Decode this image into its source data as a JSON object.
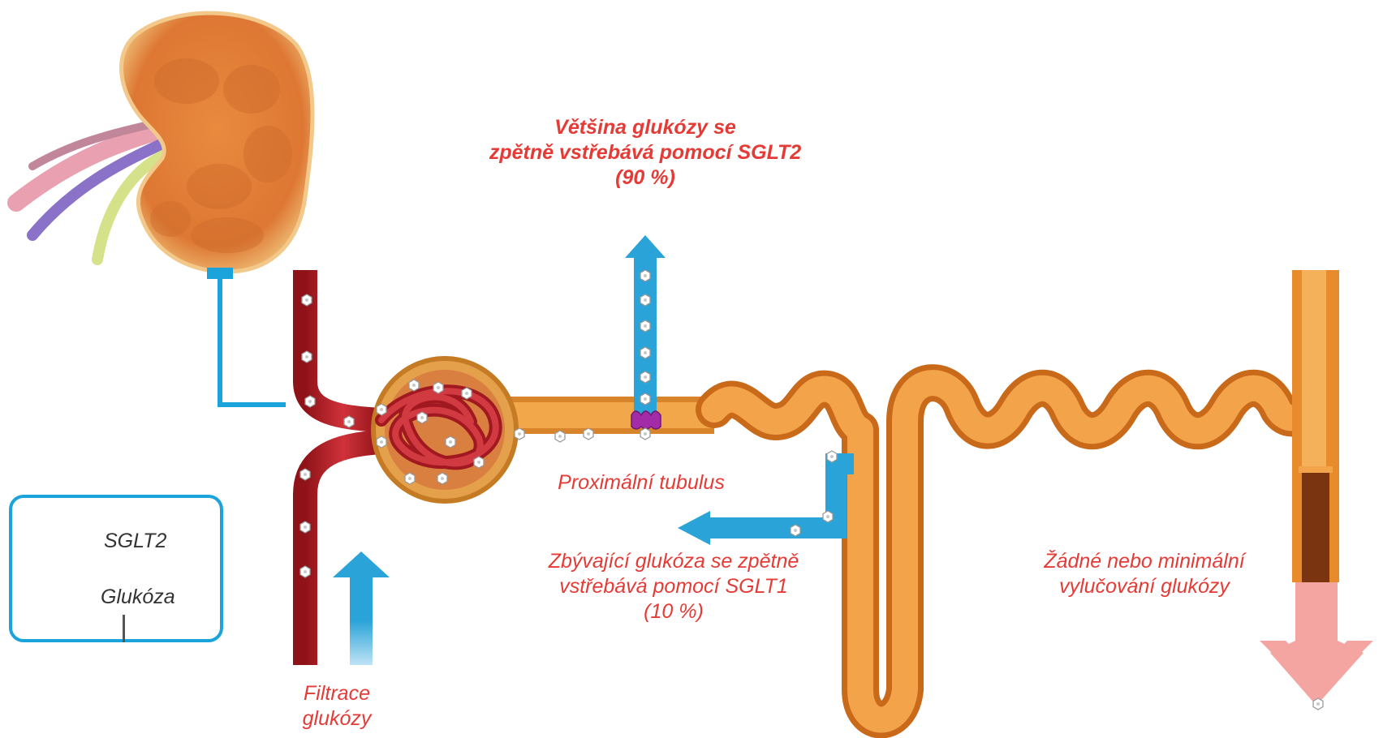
{
  "labels": {
    "sglt2_reabsorption": [
      "Většina glukózy se",
      "zpětně vstřebává pomocí SGLT2",
      "(90 %)"
    ],
    "proximal_tubule": "Proximální tubulus",
    "sglt1_reabsorption": [
      "Zbývající glukóza se zpětně",
      "vstřebává pomocí SGLT1",
      "(10 %)"
    ],
    "excretion": [
      "Žádné nebo minimální",
      "vylučování glukózy"
    ],
    "filtration": [
      "Filtrace",
      "glukózy"
    ]
  },
  "legend": {
    "sglt2": "SGLT2",
    "glucose": "Glukóza"
  },
  "colors": {
    "label_red": "#e53b36",
    "arrow_blue": "#2aa3d8",
    "excretion_pink": "#f4a5a1",
    "vessel_red": "#b81c22",
    "tubule_orange": "#f0992e",
    "kidney": "#e8863a",
    "sglt2_purple": "#a32ba8"
  }
}
